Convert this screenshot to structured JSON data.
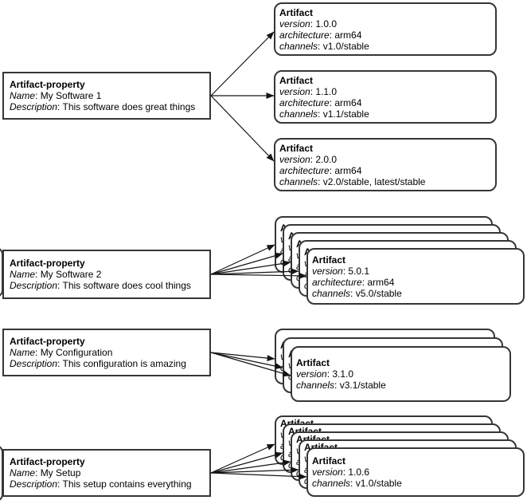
{
  "colors": {
    "box_border": "#363636",
    "arrow": "#151515",
    "box_fill": "#ffffff",
    "text": "#000000"
  },
  "left_edge_clipped_boxes": 2,
  "groups": [
    {
      "property": {
        "title": "Artifact-property",
        "fields": [
          {
            "label": "Name",
            "value": "My Software 1"
          },
          {
            "label": "Description",
            "value": "This software does great things"
          }
        ]
      },
      "artifacts": [
        {
          "title": "Artifact",
          "clipped": false,
          "fields": [
            {
              "label": "version",
              "value": "1.0.0"
            },
            {
              "label": "architecture",
              "value": "arm64"
            },
            {
              "label": "channels",
              "value": "v1.0/stable"
            }
          ]
        },
        {
          "title": "Artifact",
          "clipped": false,
          "fields": [
            {
              "label": "version",
              "value": "1.1.0"
            },
            {
              "label": "architecture",
              "value": "arm64"
            },
            {
              "label": "channels",
              "value": "v1.1/stable"
            }
          ]
        },
        {
          "title": "Artifact",
          "clipped": false,
          "fields": [
            {
              "label": "version",
              "value": "2.0.0"
            },
            {
              "label": "architecture",
              "value": "arm64"
            },
            {
              "label": "channels",
              "value": "v2.0/stable, latest/stable"
            }
          ]
        }
      ]
    },
    {
      "property": {
        "title": "Artifact-property",
        "fields": [
          {
            "label": "Name",
            "value": "My Software 2"
          },
          {
            "label": "Description",
            "value": "This software does cool things"
          }
        ]
      },
      "artifacts": [
        {
          "title": "Artifact",
          "clipped": true,
          "fields": [
            {
              "label": "version"
            },
            {
              "label": "architecture"
            },
            {
              "label": "channels"
            }
          ]
        },
        {
          "title": "Artifact",
          "clipped": true,
          "fields": [
            {
              "label": "version"
            },
            {
              "label": "architecture"
            },
            {
              "label": "channels"
            }
          ]
        },
        {
          "title": "Artifact",
          "clipped": true,
          "fields": [
            {
              "label": "version"
            },
            {
              "label": "architecture"
            },
            {
              "label": "channels"
            }
          ]
        },
        {
          "title": "Artifact",
          "clipped": true,
          "fields": [
            {
              "label": "version"
            },
            {
              "label": "architecture"
            },
            {
              "label": "channels"
            }
          ]
        },
        {
          "title": "Artifact",
          "clipped": false,
          "fields": [
            {
              "label": "version",
              "value": "5.0.1"
            },
            {
              "label": "architecture",
              "value": "arm64"
            },
            {
              "label": "channels",
              "value": "v5.0/stable"
            }
          ]
        }
      ]
    },
    {
      "property": {
        "title": "Artifact-property",
        "fields": [
          {
            "label": "Name",
            "value": "My Configuration"
          },
          {
            "label": "Description",
            "value": "This configuration is amazing"
          }
        ]
      },
      "artifacts": [
        {
          "title": "Artifact",
          "clipped": true,
          "fields": [
            {
              "label": "version"
            },
            {
              "label": "channels"
            }
          ]
        },
        {
          "title": "Artifact",
          "clipped": true,
          "fields": [
            {
              "label": "version"
            },
            {
              "label": "channels"
            }
          ]
        },
        {
          "title": "Artifact",
          "clipped": false,
          "fields": [
            {
              "label": "version",
              "value": "3.1.0"
            },
            {
              "label": "channels",
              "value": "v3.1/stable"
            }
          ]
        }
      ]
    },
    {
      "property": {
        "title": "Artifact-property",
        "fields": [
          {
            "label": "Name",
            "value": "My Setup"
          },
          {
            "label": "Description",
            "value": "This setup contains everything"
          }
        ]
      },
      "artifacts": [
        {
          "title": "Artifact",
          "clipped": true,
          "fields": [
            {
              "label": "version"
            },
            {
              "label": "architecture"
            },
            {
              "label": "channels"
            }
          ]
        },
        {
          "title": "Artifact",
          "clipped": true,
          "fields": [
            {
              "label": "version"
            },
            {
              "label": "architecture"
            },
            {
              "label": "channels"
            }
          ]
        },
        {
          "title": "Artifact",
          "clipped": true,
          "fields": [
            {
              "label": "version"
            },
            {
              "label": "architecture"
            },
            {
              "label": "channels"
            }
          ]
        },
        {
          "title": "Artifact",
          "clipped": true,
          "fields": [
            {
              "label": "version"
            },
            {
              "label": "architecture"
            },
            {
              "label": "channels"
            }
          ]
        },
        {
          "title": "Artifact",
          "clipped": false,
          "fields": [
            {
              "label": "version",
              "value": "1.0.6"
            },
            {
              "label": "channels",
              "value": "v1.0/stable"
            }
          ]
        }
      ]
    }
  ]
}
